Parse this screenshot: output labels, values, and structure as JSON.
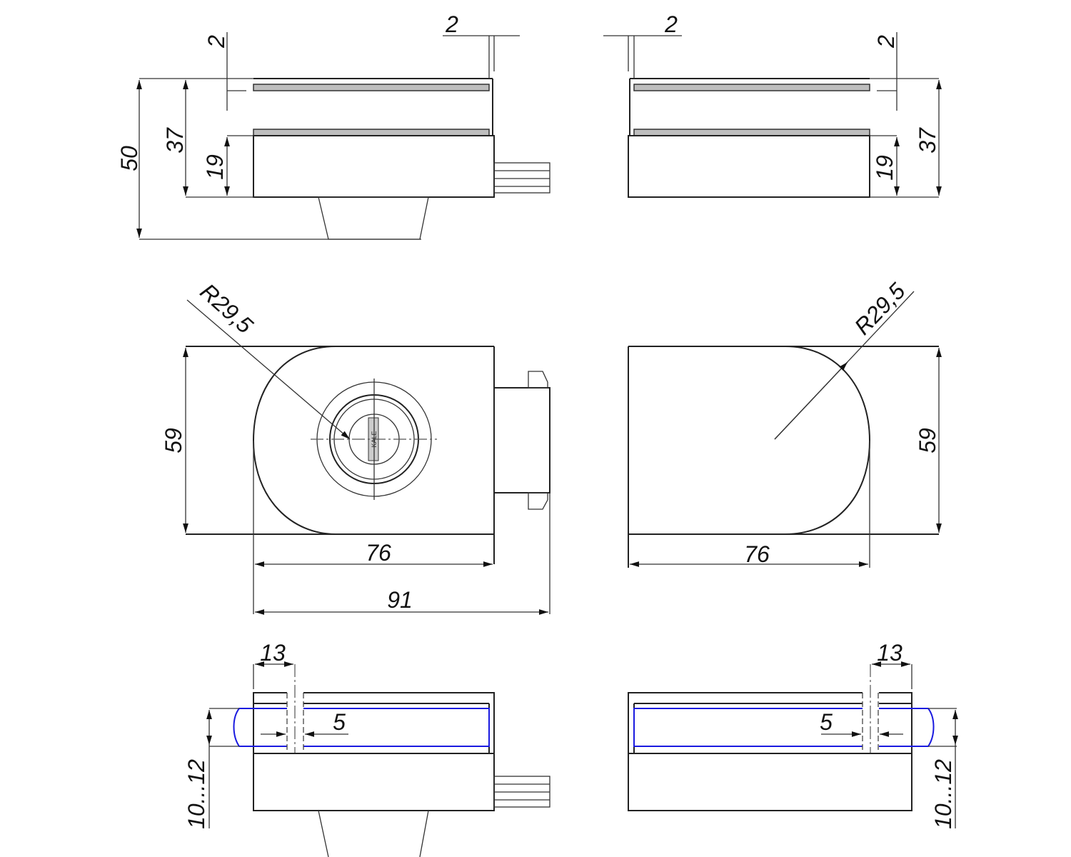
{
  "drawing": {
    "logo_text": "KALE",
    "top_left_view": {
      "d_total": "50",
      "d_37": "37",
      "d_19": "19",
      "d_gap_v": "2",
      "d_gap_h": "2"
    },
    "top_right_view": {
      "d_gap_h": "2",
      "d_gap_v": "2",
      "d_37": "37",
      "d_19": "19"
    },
    "front_left_view": {
      "radius": "R29,5",
      "height": "59",
      "width": "76",
      "overall": "91"
    },
    "front_right_view": {
      "radius": "R29,5",
      "height": "59",
      "width": "76"
    },
    "bottom_left_view": {
      "slot_offset": "13",
      "slot_width": "5",
      "glass": "10...12"
    },
    "bottom_right_view": {
      "slot_offset": "13",
      "slot_width": "5",
      "glass": "10...12"
    },
    "colors": {
      "glass": "#1a1ae0",
      "strip": "#bdbdbd"
    }
  }
}
